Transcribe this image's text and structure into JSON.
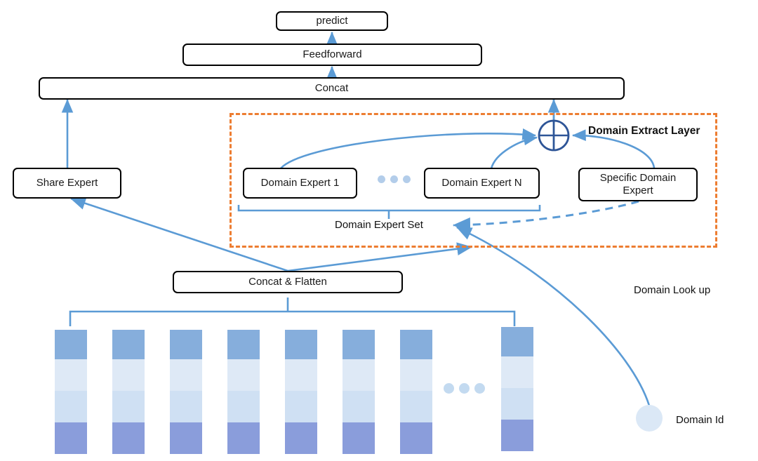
{
  "diagram": {
    "title_label": "Domain Extract Layer",
    "accent_orange": "#ED7D31",
    "accent_blue": "#5B9BD5",
    "plus_outline": "#2E5597",
    "nodes": {
      "predict": "predict",
      "feedforward": "Feedforward",
      "concat": "Concat",
      "share_expert": "Share Expert",
      "domain_expert_1": "Domain Expert 1",
      "domain_expert_n": "Domain Expert N",
      "specific_domain_expert_line1": "Specific Domain",
      "specific_domain_expert_line2": "Expert",
      "concat_flatten": "Concat & Flatten"
    },
    "labels": {
      "domain_extract_layer": "Domain Extract Layer",
      "domain_expert_set": "Domain Expert Set",
      "domain_look_up": "Domain Look up",
      "domain_id": "Domain Id"
    },
    "icons": {
      "plus_circle": "plus-circle-icon",
      "ellipsis_experts": "ellipsis-icon",
      "ellipsis_embeddings": "ellipsis-icon",
      "domain_id_node": "circle-node-icon"
    },
    "embedding": {
      "column_count_visible": 8,
      "segment_colors": [
        "#86AEDC",
        "#DEE9F6",
        "#CFE0F3",
        "#8A9DDB"
      ],
      "segment_heights": [
        42,
        45,
        45,
        45
      ]
    }
  }
}
